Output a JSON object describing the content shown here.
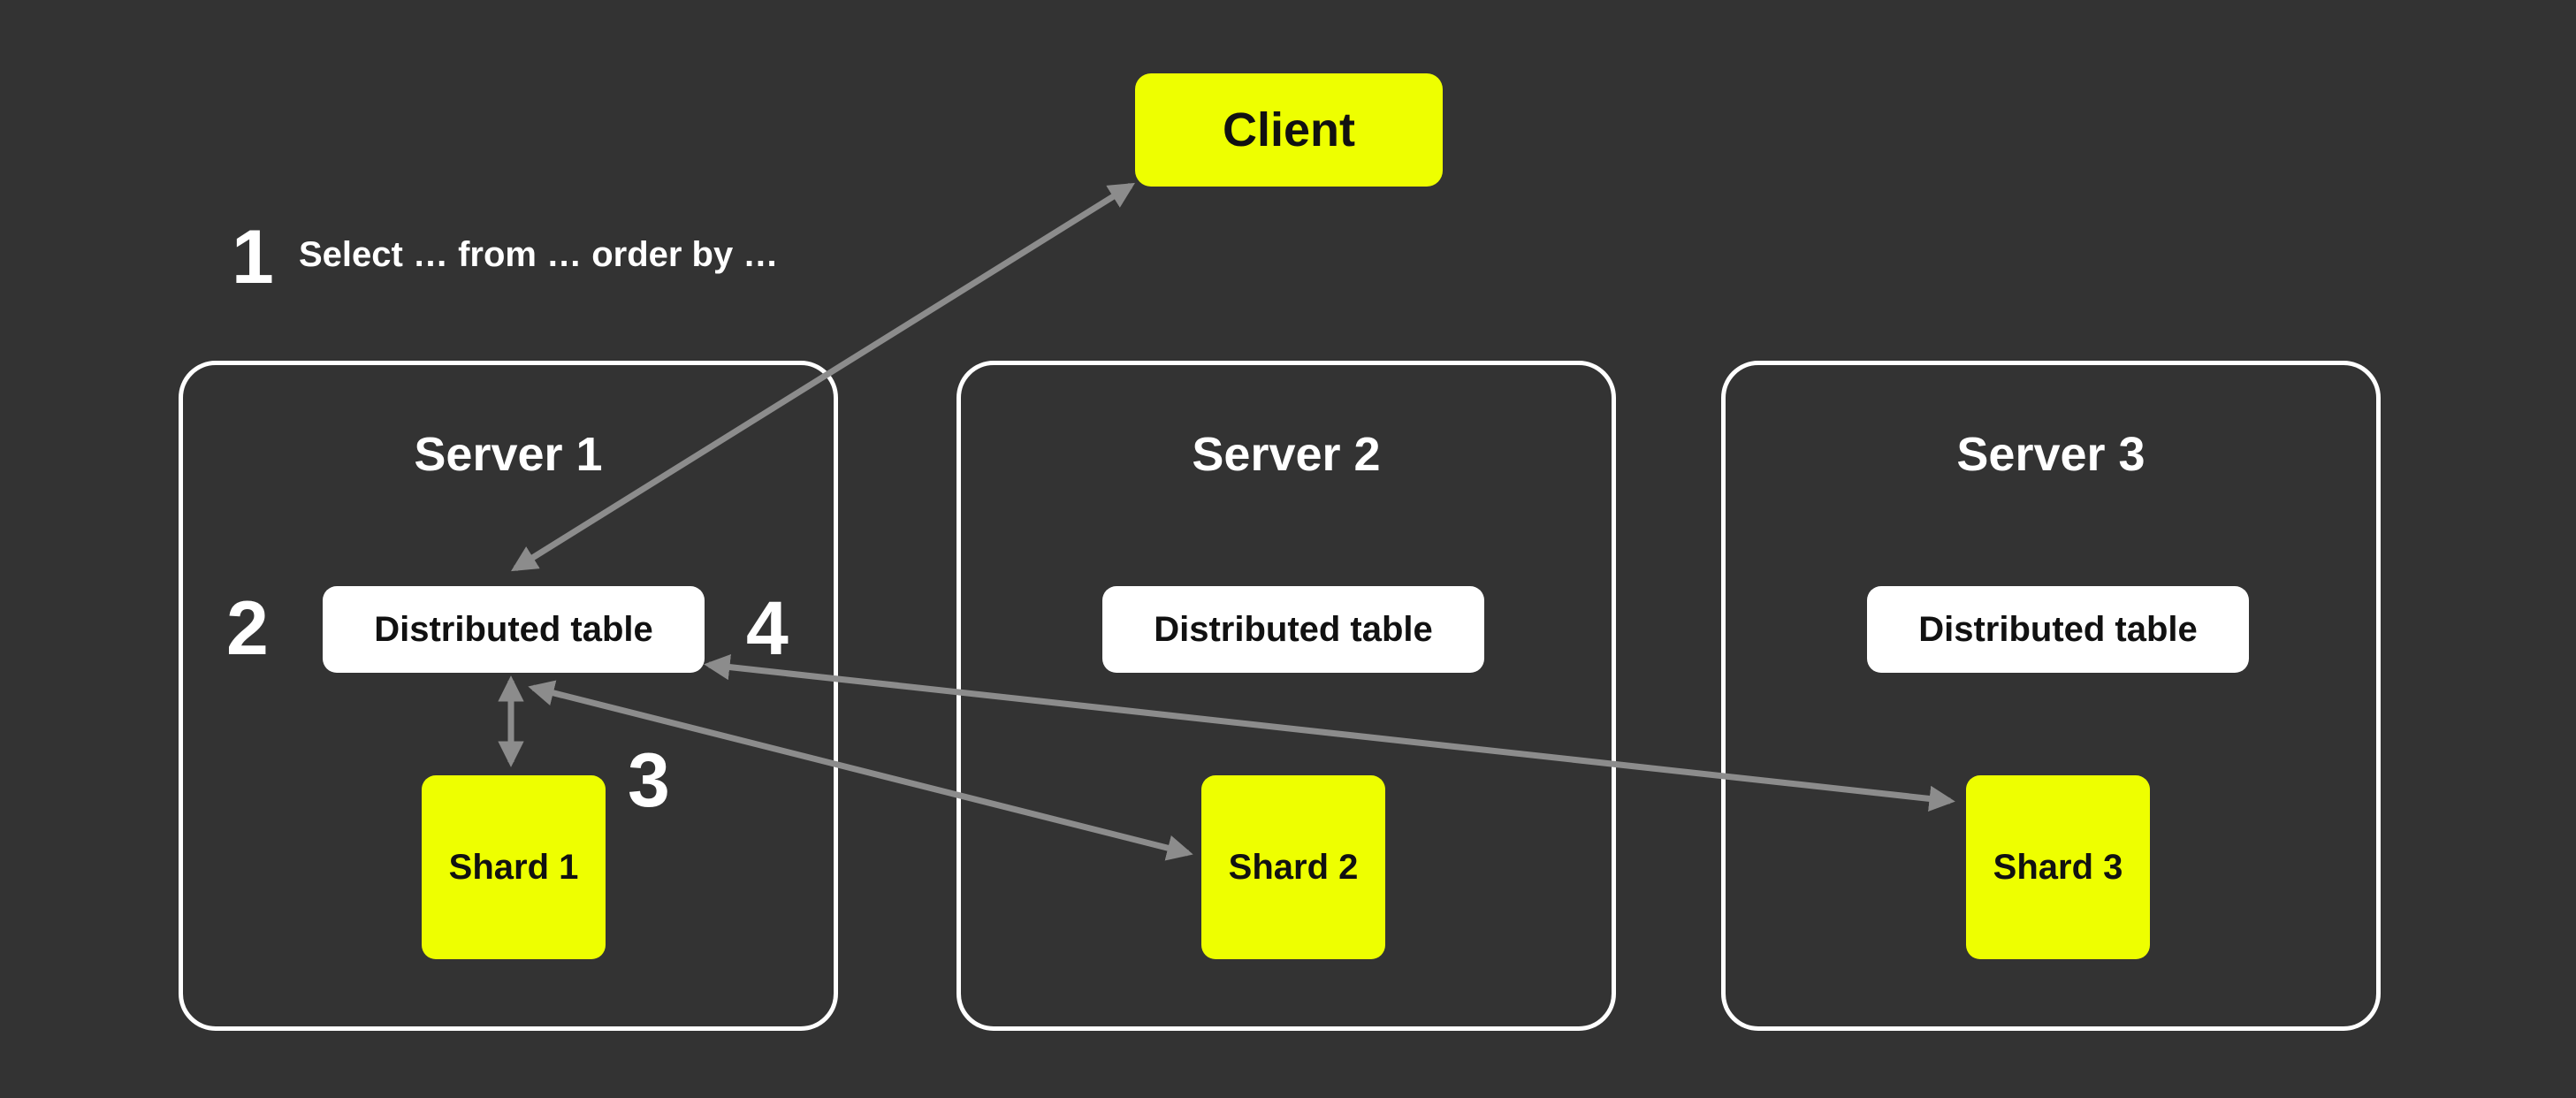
{
  "client": {
    "label": "Client"
  },
  "query": {
    "step": "1",
    "text": "Select … from … order by …"
  },
  "servers": [
    {
      "title": "Server 1",
      "table": "Distributed table",
      "shard": "Shard 1"
    },
    {
      "title": "Server 2",
      "table": "Distributed table",
      "shard": "Shard 2"
    },
    {
      "title": "Server 3",
      "table": "Distributed table",
      "shard": "Shard 3"
    }
  ],
  "steps": [
    "2",
    "3",
    "4"
  ],
  "colors": {
    "background": "#333333",
    "accent": "#eeff00",
    "arrow": "#8c8c8c",
    "border": "#ffffff"
  }
}
